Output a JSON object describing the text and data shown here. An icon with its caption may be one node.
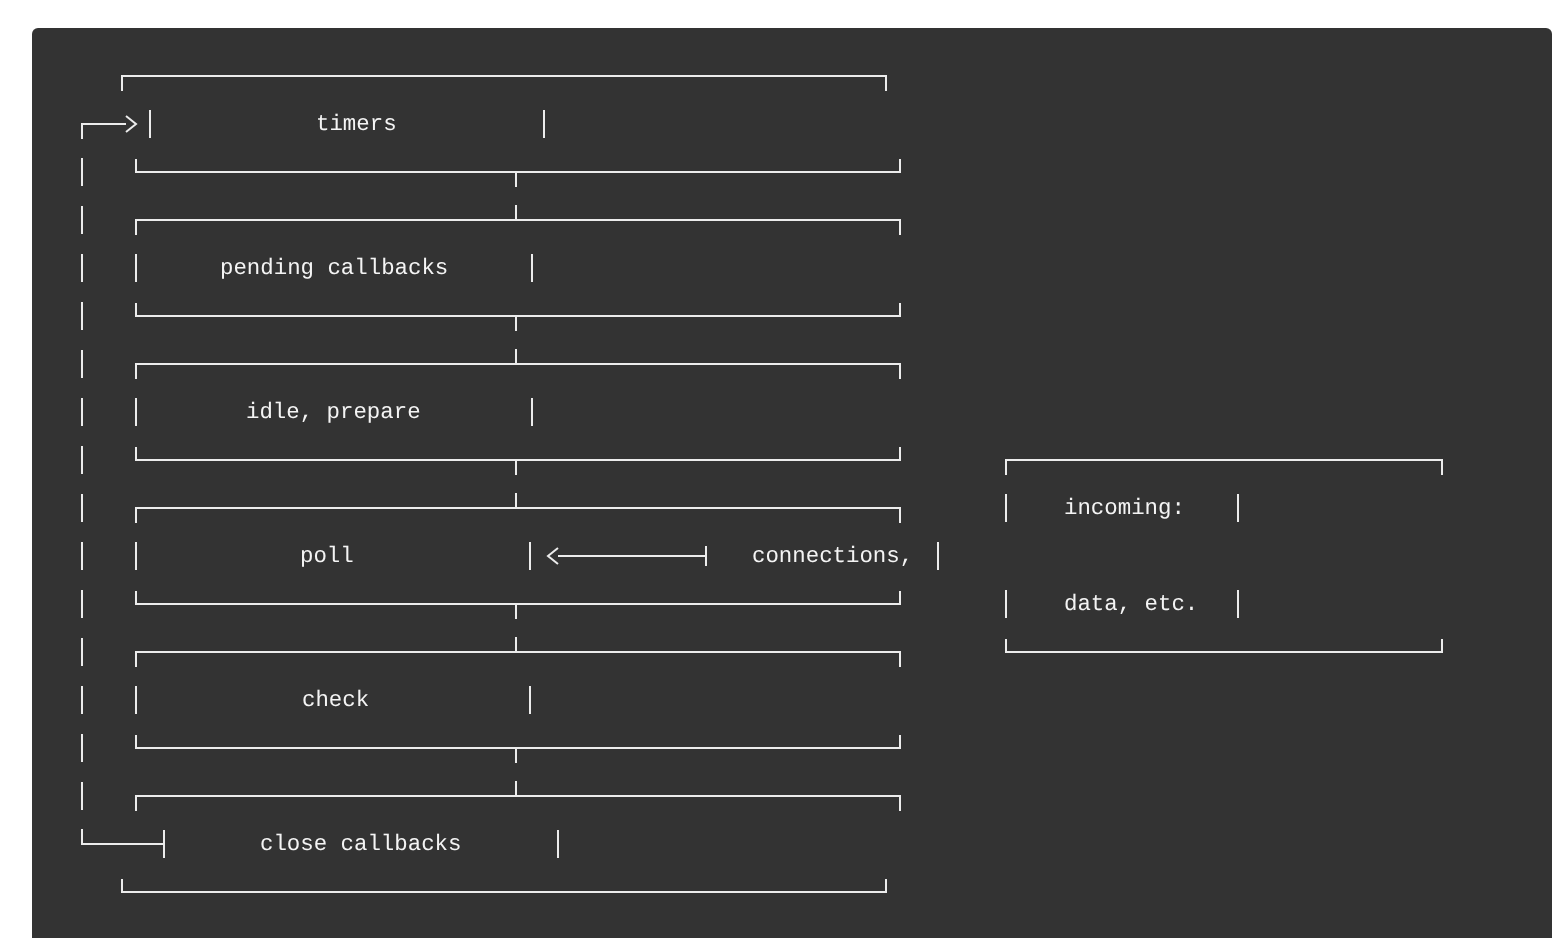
{
  "diagram": {
    "nodes": [
      {
        "text": [
          "timers"
        ]
      },
      {
        "text": [
          "pending callbacks"
        ]
      },
      {
        "text": [
          "idle, prepare"
        ]
      },
      {
        "text": [
          "poll"
        ]
      },
      {
        "text": [
          "connections,"
        ]
      },
      {
        "text": [
          "incoming:",
          "data, etc."
        ]
      },
      {
        "text": [
          "check"
        ]
      },
      {
        "text": [
          "close callbacks"
        ]
      }
    ],
    "edges": [
      {
        "from": 0,
        "to": 1,
        "arrow": "none"
      },
      {
        "from": 1,
        "to": 2,
        "arrow": "none"
      },
      {
        "from": 2,
        "to": 3,
        "arrow": "none"
      },
      {
        "from": 3,
        "to": 6,
        "arrow": "none"
      },
      {
        "from": 6,
        "to": 7,
        "arrow": "none"
      },
      {
        "from": 7,
        "to": 0,
        "arrow": "to"
      },
      {
        "from": 4,
        "to": 3,
        "arrow": "to"
      }
    ]
  }
}
